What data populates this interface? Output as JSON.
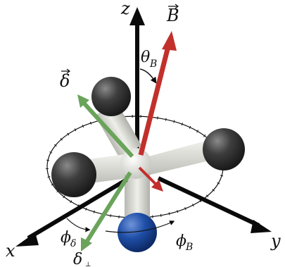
{
  "labels": {
    "z": "z",
    "x": "x",
    "y": "y",
    "B": "B",
    "delta": "δ",
    "theta": "θ",
    "theta_sub": "B",
    "phi_delta": "ϕ",
    "phi_delta_sub": "δ",
    "phi_B": "ϕ",
    "phi_B_sub": "B",
    "delta_perp": "δ",
    "delta_perp_sub": "⊥"
  },
  "colors": {
    "axis": "#0a0a0a",
    "B_vector": "#c2302c",
    "delta_vector": "#6aa35a",
    "sphere_dark": "#3a3a3a",
    "sphere_blue": "#1f4fa8",
    "stick": "#d9d9d4",
    "ring": "#111111"
  }
}
